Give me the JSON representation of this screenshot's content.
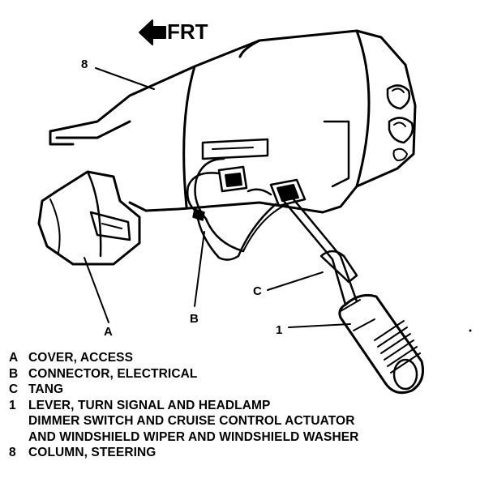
{
  "figure": {
    "direction_label": "FRT",
    "callouts": [
      "8",
      "A",
      "B",
      "C",
      "1"
    ]
  },
  "legend": [
    {
      "key": "A",
      "lines": [
        "COVER, ACCESS"
      ]
    },
    {
      "key": "B",
      "lines": [
        "CONNECTOR, ELECTRICAL"
      ]
    },
    {
      "key": "C",
      "lines": [
        "TANG"
      ]
    },
    {
      "key": "1",
      "lines": [
        "LEVER, TURN SIGNAL AND HEADLAMP",
        "DIMMER SWITCH AND CRUISE CONTROL ACTUATOR",
        "AND WINDSHIELD WIPER AND WINDSHIELD WASHER"
      ]
    },
    {
      "key": "8",
      "lines": [
        "COLUMN, STEERING"
      ]
    }
  ]
}
